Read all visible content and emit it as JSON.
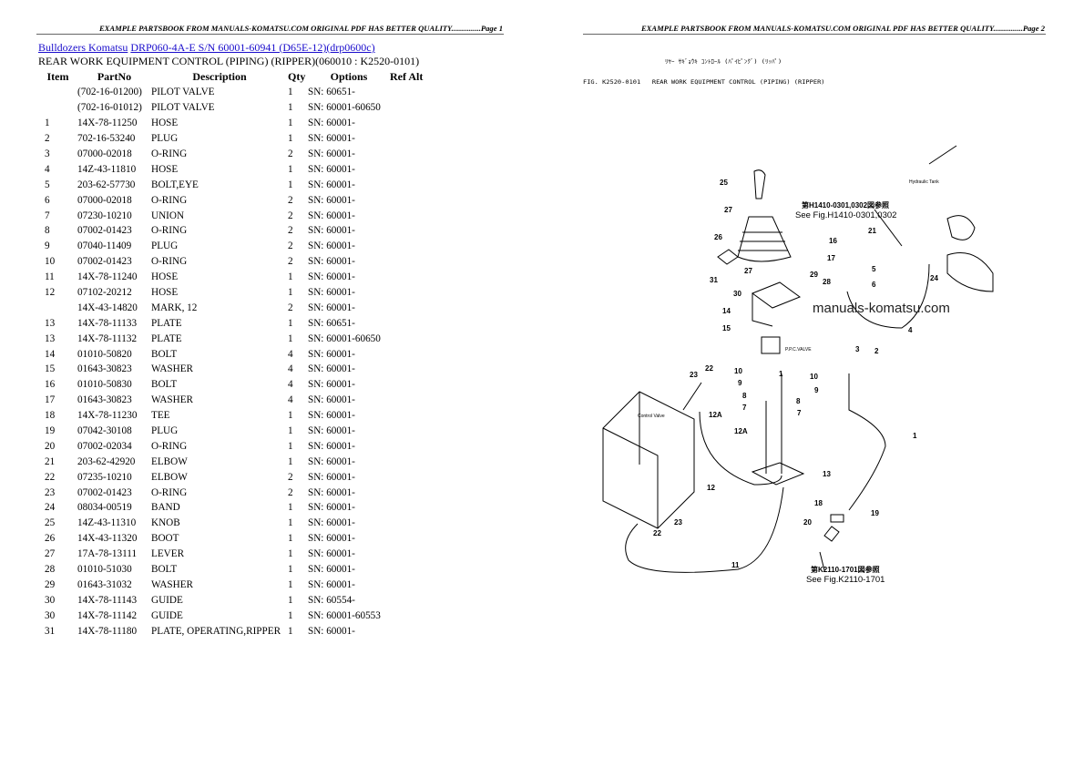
{
  "page1": {
    "header": "EXAMPLE PARTSBOOK FROM MANUALS-KOMATSU.COM ORIGINAL PDF HAS BETTER QUALITY...............Page 1",
    "breadcrumb": [
      "Bulldozers Komatsu",
      "DRP060-4A-E S/N 60001-60941 (D65E-12)(drp0600c)"
    ],
    "title": "REAR WORK EQUIPMENT CONTROL (PIPING) (RIPPER)(060010 : K2520-0101)",
    "columns": [
      "Item",
      "PartNo",
      "Description",
      "Qty",
      "Options",
      "Ref Alt"
    ],
    "rows": [
      [
        "",
        "(702-16-01200)",
        "PILOT VALVE",
        "1",
        "SN: 60651-"
      ],
      [
        "",
        "(702-16-01012)",
        "PILOT VALVE",
        "1",
        "SN: 60001-60650"
      ],
      [
        "1",
        "14X-78-11250",
        "HOSE",
        "1",
        "SN: 60001-"
      ],
      [
        "2",
        "702-16-53240",
        "PLUG",
        "1",
        "SN: 60001-"
      ],
      [
        "3",
        "07000-02018",
        "O-RING",
        "2",
        "SN: 60001-"
      ],
      [
        "4",
        "14Z-43-11810",
        "HOSE",
        "1",
        "SN: 60001-"
      ],
      [
        "5",
        "203-62-57730",
        "BOLT,EYE",
        "1",
        "SN: 60001-"
      ],
      [
        "6",
        "07000-02018",
        "O-RING",
        "2",
        "SN: 60001-"
      ],
      [
        "7",
        "07230-10210",
        "UNION",
        "2",
        "SN: 60001-"
      ],
      [
        "8",
        "07002-01423",
        "O-RING",
        "2",
        "SN: 60001-"
      ],
      [
        "9",
        "07040-11409",
        "PLUG",
        "2",
        "SN: 60001-"
      ],
      [
        "10",
        "07002-01423",
        "O-RING",
        "2",
        "SN: 60001-"
      ],
      [
        "11",
        "14X-78-11240",
        "HOSE",
        "1",
        "SN: 60001-"
      ],
      [
        "12",
        "07102-20212",
        "HOSE",
        "1",
        "SN: 60001-"
      ],
      [
        "",
        "14X-43-14820",
        "MARK, 12",
        "2",
        "SN: 60001-"
      ],
      [
        "13",
        "14X-78-11133",
        "PLATE",
        "1",
        "SN: 60651-"
      ],
      [
        "13",
        "14X-78-11132",
        "PLATE",
        "1",
        "SN: 60001-60650"
      ],
      [
        "14",
        "01010-50820",
        "BOLT",
        "4",
        "SN: 60001-"
      ],
      [
        "15",
        "01643-30823",
        "WASHER",
        "4",
        "SN: 60001-"
      ],
      [
        "16",
        "01010-50830",
        "BOLT",
        "4",
        "SN: 60001-"
      ],
      [
        "17",
        "01643-30823",
        "WASHER",
        "4",
        "SN: 60001-"
      ],
      [
        "18",
        "14X-78-11230",
        "TEE",
        "1",
        "SN: 60001-"
      ],
      [
        "19",
        "07042-30108",
        "PLUG",
        "1",
        "SN: 60001-"
      ],
      [
        "20",
        "07002-02034",
        "O-RING",
        "1",
        "SN: 60001-"
      ],
      [
        "21",
        "203-62-42920",
        "ELBOW",
        "1",
        "SN: 60001-"
      ],
      [
        "22",
        "07235-10210",
        "ELBOW",
        "2",
        "SN: 60001-"
      ],
      [
        "23",
        "07002-01423",
        "O-RING",
        "2",
        "SN: 60001-"
      ],
      [
        "24",
        "08034-00519",
        "BAND",
        "1",
        "SN: 60001-"
      ],
      [
        "25",
        "14Z-43-11310",
        "KNOB",
        "1",
        "SN: 60001-"
      ],
      [
        "26",
        "14X-43-11320",
        "BOOT",
        "1",
        "SN: 60001-"
      ],
      [
        "27",
        "17A-78-13111",
        "LEVER",
        "1",
        "SN: 60001-"
      ],
      [
        "28",
        "01010-51030",
        "BOLT",
        "1",
        "SN: 60001-"
      ],
      [
        "29",
        "01643-31032",
        "WASHER",
        "1",
        "SN: 60001-"
      ],
      [
        "30",
        "14X-78-11143",
        "GUIDE",
        "1",
        "SN: 60554-"
      ],
      [
        "30",
        "14X-78-11142",
        "GUIDE",
        "1",
        "SN: 60001-60553"
      ],
      [
        "31",
        "14X-78-11180",
        "PLATE, OPERATING,RIPPER",
        "1",
        "SN: 60001-"
      ]
    ]
  },
  "page2": {
    "header": "EXAMPLE PARTSBOOK FROM MANUALS-KOMATSU.COM ORIGINAL PDF HAS BETTER QUALITY...............Page 2",
    "fig_japanese": "ﾘﾔｰ ｻｷﾞｮｳｷ ｺﾝﾄﾛｰﾙ (ﾊﾟｲﾋﾟﾝｸﾞ) (ﾘｯﾊﾟ)",
    "fig_caption": "FIG. K2520-0101   REAR WORK EQUIPMENT CONTROL (PIPING) (RIPPER)",
    "watermark": "manuals-komatsu.com",
    "see_fig_1_jp": "第H1410-0301,0302図参照",
    "see_fig_1": "See Fig.H1410-0301,0302",
    "see_fig_2_jp": "第K2110-1701図参照",
    "see_fig_2": "See Fig.K2110-1701",
    "hydraulic_tank": "Hydraulic Tank",
    "control_valve": "Control Valve",
    "ppc_valve": "P.P.C.VALVE",
    "callouts": [
      "25",
      "27",
      "26",
      "31",
      "27",
      "30",
      "14",
      "15",
      "16",
      "17",
      "29",
      "28",
      "5",
      "6",
      "21",
      "24",
      "4",
      "3",
      "2",
      "1",
      "23",
      "22",
      "10",
      "9",
      "1",
      "10",
      "9",
      "8",
      "8",
      "7",
      "7",
      "12A",
      "12A",
      "12",
      "13",
      "23",
      "22",
      "11",
      "18",
      "20",
      "19"
    ]
  }
}
